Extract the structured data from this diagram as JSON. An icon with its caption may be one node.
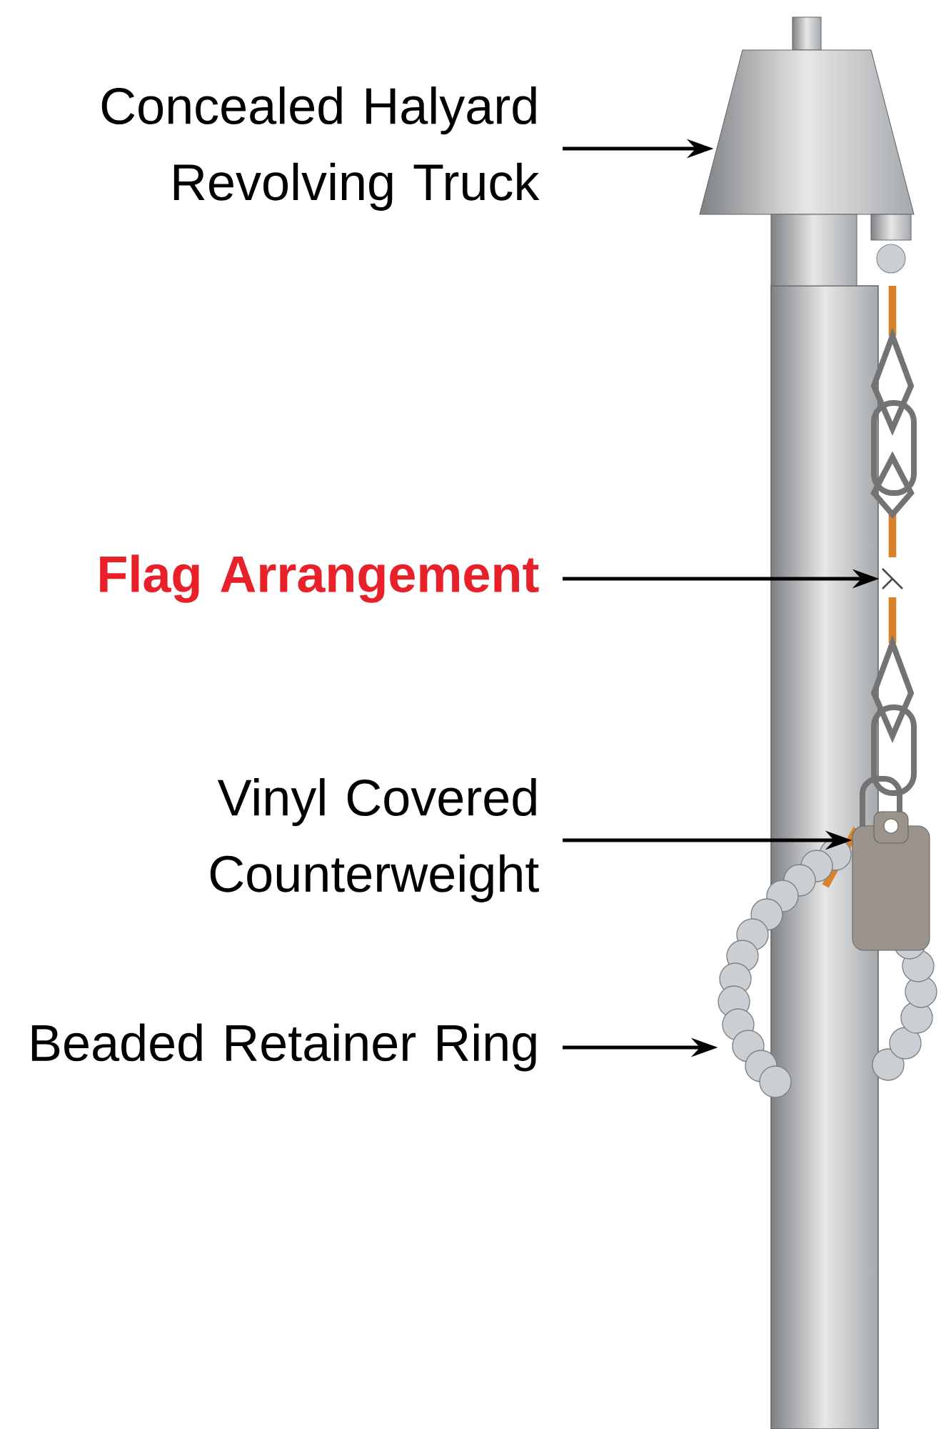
{
  "diagram": {
    "nodes": [
      {
        "text": [
          "Concealed Halyard Revolving Truck"
        ]
      },
      {
        "text": [
          "Flag Arrangement"
        ]
      },
      {
        "text": [
          "Vinyl Covered Counterweight"
        ]
      },
      {
        "text": [
          "Beaded Retainer Ring"
        ]
      },
      {
        "text": [],
        "shape": "picture"
      },
      {
        "text": [],
        "shape": "picture"
      },
      {
        "text": [],
        "shape": "box"
      },
      {
        "text": [],
        "shape": "picture"
      }
    ],
    "edges": [
      {
        "from": 0,
        "to": 4,
        "arrow": "to"
      },
      {
        "from": 1,
        "to": 5,
        "arrow": "to"
      },
      {
        "from": 2,
        "to": 6,
        "arrow": "to"
      },
      {
        "from": 3,
        "to": 7,
        "arrow": "to"
      }
    ]
  }
}
